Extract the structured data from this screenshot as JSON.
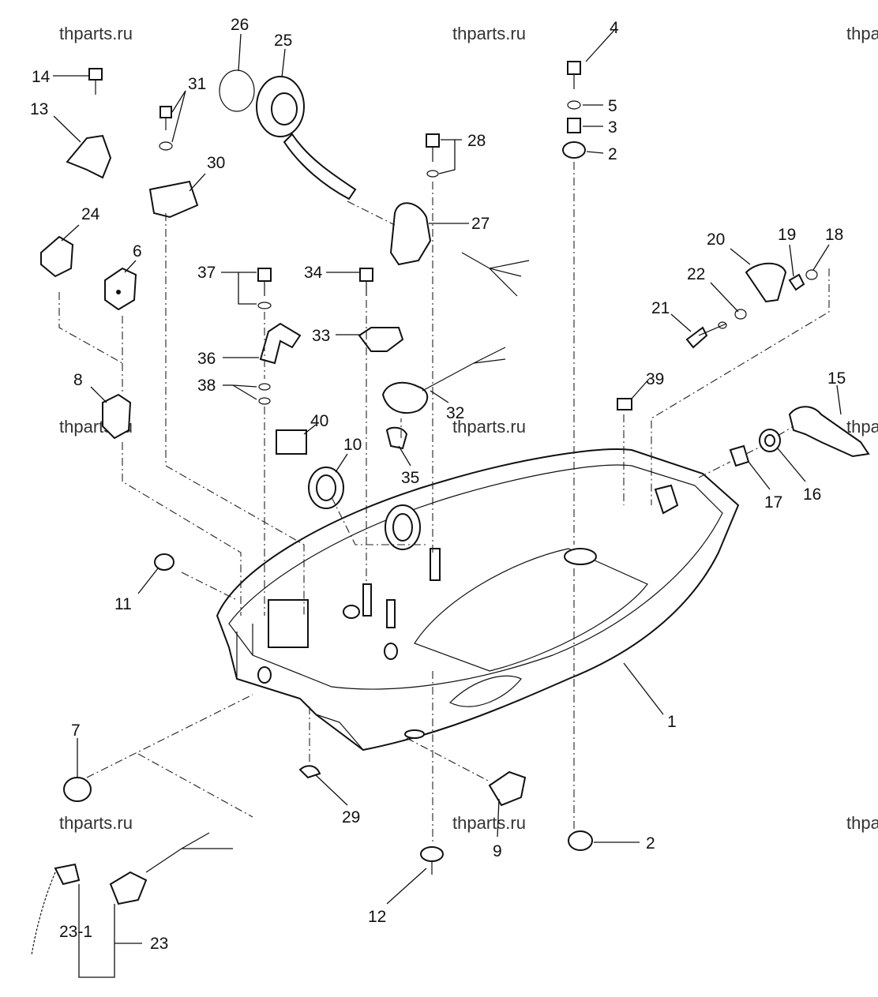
{
  "watermark": "thparts.ru",
  "callouts": {
    "c1": "1",
    "c2a": "2",
    "c2b": "2",
    "c3": "3",
    "c4": "4",
    "c5": "5",
    "c6": "6",
    "c7": "7",
    "c8": "8",
    "c9": "9",
    "c10": "10",
    "c11": "11",
    "c12": "12",
    "c13": "13",
    "c14": "14",
    "c15": "15",
    "c16": "16",
    "c17": "17",
    "c18": "18",
    "c19": "19",
    "c20": "20",
    "c21": "21",
    "c22": "22",
    "c23": "23",
    "c23_1": "23-1",
    "c24": "24",
    "c25": "25",
    "c26": "26",
    "c27": "27",
    "c28": "28",
    "c29": "29",
    "c30": "30",
    "c31": "31",
    "c32": "32",
    "c33": "33",
    "c34": "34",
    "c35": "35",
    "c36": "36",
    "c37": "37",
    "c38": "38",
    "c39": "39",
    "c40": "40"
  }
}
